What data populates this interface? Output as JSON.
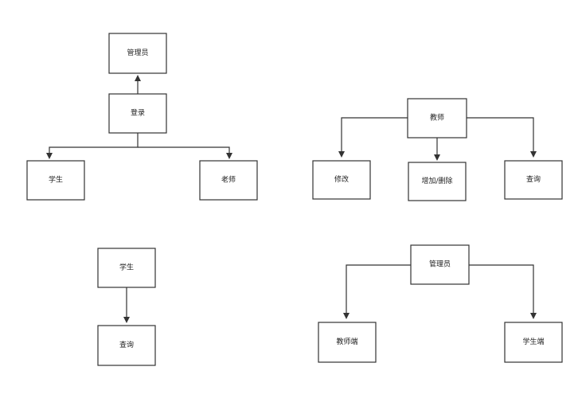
{
  "diagram": {
    "login_flow": {
      "admin": "管理员",
      "login": "登录",
      "student": "学生",
      "teacher": "老师"
    },
    "teacher_flow": {
      "teacher": "教师",
      "modify": "修改",
      "add_delete": "增加/删除",
      "query": "查询"
    },
    "student_flow": {
      "student": "学生",
      "query": "查询"
    },
    "admin_flow": {
      "admin": "管理员",
      "teacher_client": "教师端",
      "student_client": "学生端"
    }
  },
  "colors": {
    "line": "#333333",
    "box_fill": "#ffffff",
    "text": "#222222"
  }
}
